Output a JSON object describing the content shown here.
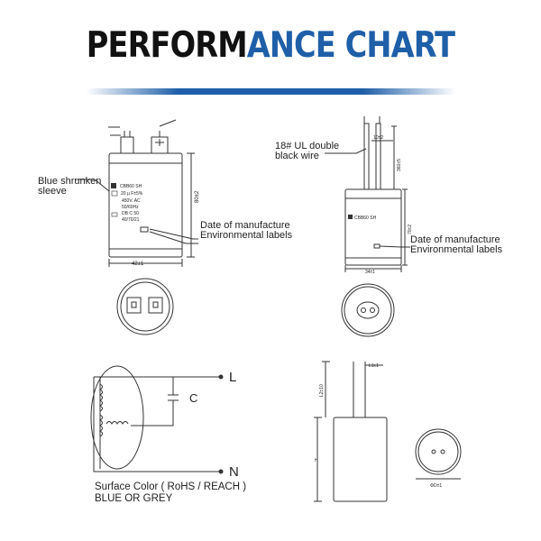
{
  "title": {
    "part1": "PERFORM",
    "part2": "ANCE",
    "part3": " CHART"
  },
  "left_cap": {
    "sleeve_line1": "Blue shrunken",
    "sleeve_line2": "sleeve",
    "date_line1": "Date of manufacture",
    "date_line2": "Environmental labels",
    "model": "CBB60 SH",
    "capacitance": "20 μ F±5%",
    "voltage": "450V. AC",
    "frequency": "50/60Hz",
    "class": "DB C 50",
    "climate": "40/70/21",
    "width_dim": "42±1",
    "height_dim": "80±2"
  },
  "right_cap": {
    "wire_line1": "18# UL double",
    "wire_line2": "black wire",
    "date_line1": "Date of manufacture",
    "date_line2": "Environmental labels",
    "model": "CBB60 SH",
    "width_dim": "34±1",
    "height_dim": "70±2",
    "wire_dim": "360±5",
    "strip_dim": "10±2"
  },
  "schematic": {
    "terminal_l": "L",
    "terminal_n": "N",
    "cap_label": "C",
    "surface_line1": "Surface Color ( RoHS / REACH )",
    "surface_line2": "BLUE OR GREY"
  },
  "outline": {
    "lead_dim": "L2±10",
    "pitch_dim": "L1±1",
    "height_dim": "H",
    "dia_dim": "ΦD±1"
  }
}
